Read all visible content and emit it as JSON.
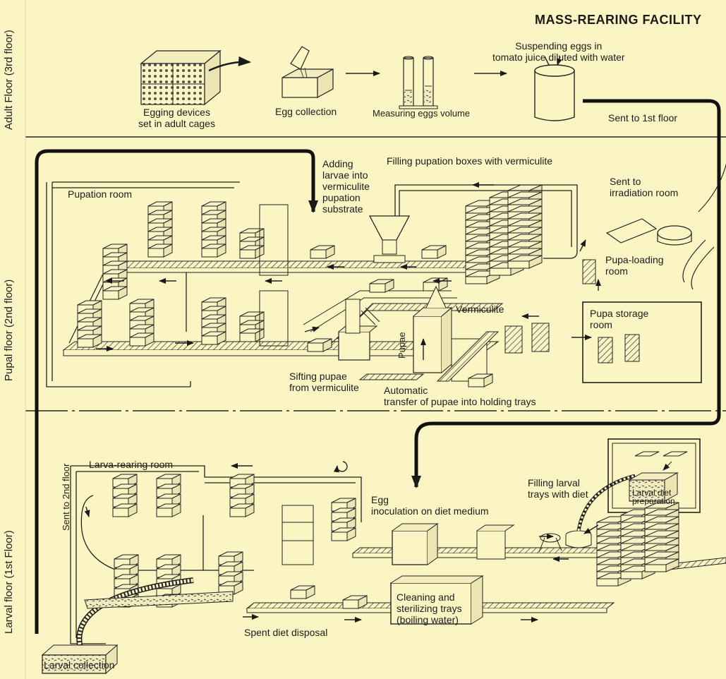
{
  "title": "MASS-REARING FACILITY",
  "floors": {
    "adult": "Adult Floor (3rd floor)",
    "pupal": "Pupal floor (2nd floor)",
    "larval": "Larval floor (1st Floor)"
  },
  "adult_floor": {
    "egging_devices": "Egging devices\nset in adult cages",
    "egg_collection": "Egg collection",
    "measuring": "Measuring eggs volume",
    "suspending": "Suspending eggs in\ntomato juice diluted with water",
    "sent_to_first": "Sent to 1st floor"
  },
  "pupal_floor": {
    "pupation_room": "Pupation room",
    "adding_larvae": "Adding\nlarvae into\nvermiculite\npupation\nsubstrate",
    "filling_pupation": "Filling pupation boxes with vermiculite",
    "sent_to_irradiation": "Sent to\nirradiation room",
    "pupa_loading": "Pupa-loading\nroom",
    "vermiculite": "Vermiculite",
    "pupa_storage": "Pupa storage\nroom",
    "pupae": "Pupae",
    "sifting": "Sifting pupae\nfrom vermiculite",
    "automatic_transfer": "Automatic\ntransfer of pupae into holding trays"
  },
  "larval_floor": {
    "sent_to_second": "Sent to 2nd floor",
    "larva_rearing_room": "Larva-rearing room",
    "egg_inoculation": "Egg\ninoculation on diet medium",
    "filling_larval": "Filling larval\ntrays with diet",
    "larval_diet_prep": "Larval diet\npreparation",
    "cleaning": "Cleaning and\nsterilizing trays\n(boiling water)",
    "spent_diet": "Spent diet disposal",
    "larval_collection": "Larval collection"
  },
  "colors": {
    "background": "#fbf5c4",
    "ink": "#1a1a1a"
  }
}
